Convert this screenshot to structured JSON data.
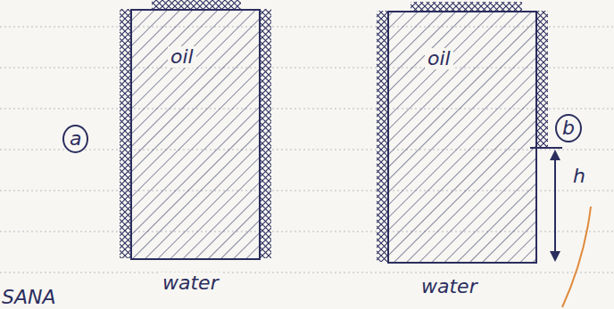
{
  "diagram": {
    "nodes": [
      {
        "text": [
          "oil"
        ]
      },
      {
        "text": [
          "oil"
        ]
      }
    ],
    "labels": [
      "a",
      "b",
      "h",
      "water",
      "water",
      "SANA"
    ]
  }
}
